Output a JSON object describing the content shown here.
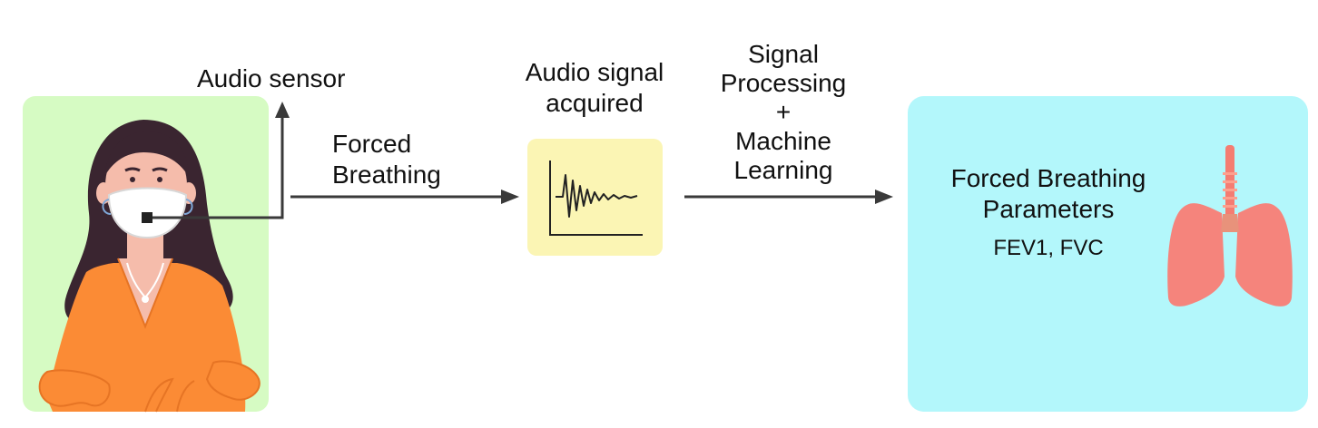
{
  "labels": {
    "audio_sensor": "Audio sensor",
    "forced_breathing_1": "Forced",
    "forced_breathing_2": "Breathing",
    "audio_signal_1": "Audio signal",
    "audio_signal_2": "acquired",
    "processing_1": "Signal",
    "processing_2": "Processing",
    "processing_3": "+",
    "processing_4": "Machine",
    "processing_5": "Learning",
    "output_title_1": "Forced Breathing",
    "output_title_2": "Parameters",
    "output_params": "FEV1, FVC"
  },
  "colors": {
    "person_panel": "#d6fbc3",
    "signal_panel": "#fbf5b4",
    "output_panel": "#b3f7fb",
    "arrow": "#3a3a3a",
    "hair": "#3a2530",
    "skin": "#f5bcab",
    "shirt": "#fb8b35",
    "mask": "#ffffff",
    "lungs": "#f5847c",
    "trachea": "#f47d72",
    "trachea_rings": "#fda08e"
  },
  "icons": {
    "person": "person-with-mask-illustration",
    "signal": "waveform-plot-icon",
    "lungs": "lungs-icon"
  }
}
